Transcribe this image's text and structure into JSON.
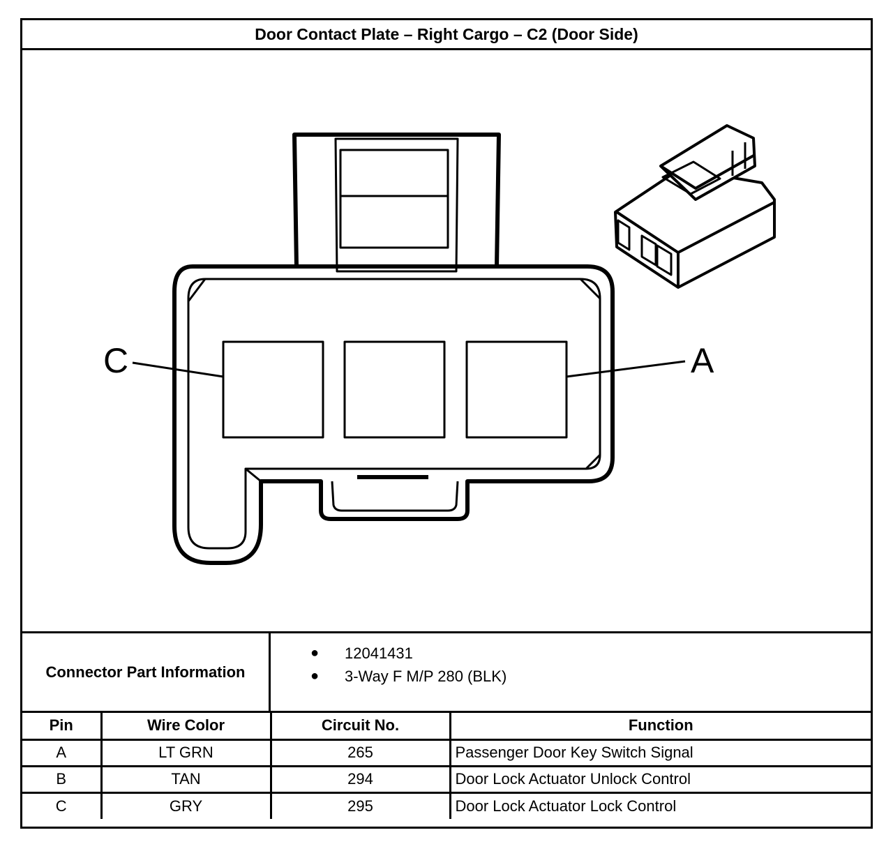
{
  "title": "Door Contact Plate – Right Cargo – C2 (Door Side)",
  "diagram": {
    "callouts": {
      "left": "C",
      "right": "A"
    }
  },
  "part_info": {
    "label": "Connector Part Information",
    "items": [
      "12041431",
      "3-Way F M/P 280 (BLK)"
    ]
  },
  "pin_table": {
    "headers": {
      "pin": "Pin",
      "wire_color": "Wire Color",
      "circuit": "Circuit No.",
      "function": "Function"
    },
    "rows": [
      {
        "pin": "A",
        "wire_color": "LT GRN",
        "circuit": "265",
        "function": "Passenger Door Key Switch Signal"
      },
      {
        "pin": "B",
        "wire_color": "TAN",
        "circuit": "294",
        "function": "Door Lock Actuator Unlock Control"
      },
      {
        "pin": "C",
        "wire_color": "GRY",
        "circuit": "295",
        "function": "Door Lock Actuator Lock Control"
      }
    ]
  }
}
